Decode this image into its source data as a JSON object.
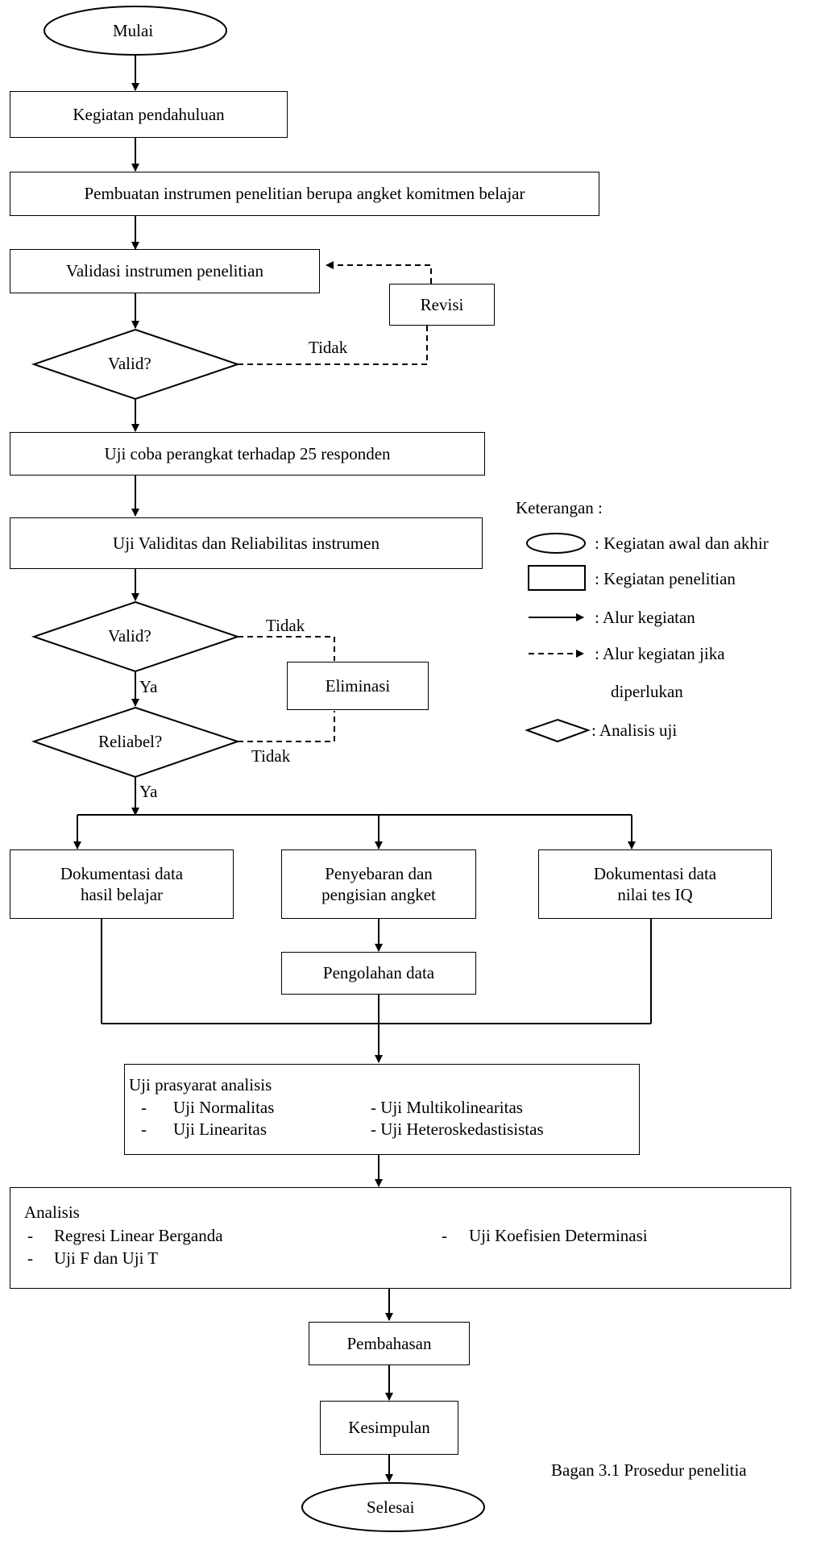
{
  "flow": {
    "start": "Mulai",
    "step1": "Kegiatan pendahuluan",
    "step2": "Pembuatan instrumen penelitian berupa angket komitmen belajar",
    "step3": "Validasi instrumen penelitian",
    "revisi": "Revisi",
    "decision1": "Valid?",
    "tidak1": "Tidak",
    "step4": "Uji coba perangkat terhadap 25 responden",
    "step5": "Uji Validitas dan Reliabilitas instrumen",
    "decision2": "Valid?",
    "tidak2": "Tidak",
    "eliminasi": "Eliminasi",
    "ya1": "Ya",
    "decision3": "Reliabel?",
    "tidak3": "Tidak",
    "ya2": "Ya",
    "dok1_line1": "Dokumentasi data",
    "dok1_line2": "hasil belajar",
    "angket_line1": "Penyebaran  dan",
    "angket_line2": "pengisian angket",
    "dok2_line1": "Dokumentasi data",
    "dok2_line2": "nilai tes IQ",
    "pengolahan": "Pengolahan data",
    "prasyarat": {
      "title": "Uji prasyarat analisis",
      "item1": "Uji Normalitas",
      "item2": "Uji Linearitas",
      "item3": "- Uji Multikolinearitas",
      "item4": "- Uji Heteroskedastisistas"
    },
    "analisis": {
      "title": "Analisis",
      "item1": "Regresi Linear Berganda",
      "item2": "Uji F dan Uji T",
      "item3": "Uji Koefisien Determinasi"
    },
    "pembahasan": "Pembahasan",
    "kesimpulan": "Kesimpulan",
    "end": "Selesai"
  },
  "legend": {
    "title": "Keterangan :",
    "ellipse": ": Kegiatan awal dan akhir",
    "rect": ": Kegiatan penelitian",
    "solid_arrow": ": Alur kegiatan",
    "dashed_arrow_line1": ": Alur kegiatan jika",
    "dashed_arrow_line2": "diperlukan",
    "diamond": ": Analisis uji"
  },
  "caption": "Bagan 3.1 Prosedur penelitia"
}
